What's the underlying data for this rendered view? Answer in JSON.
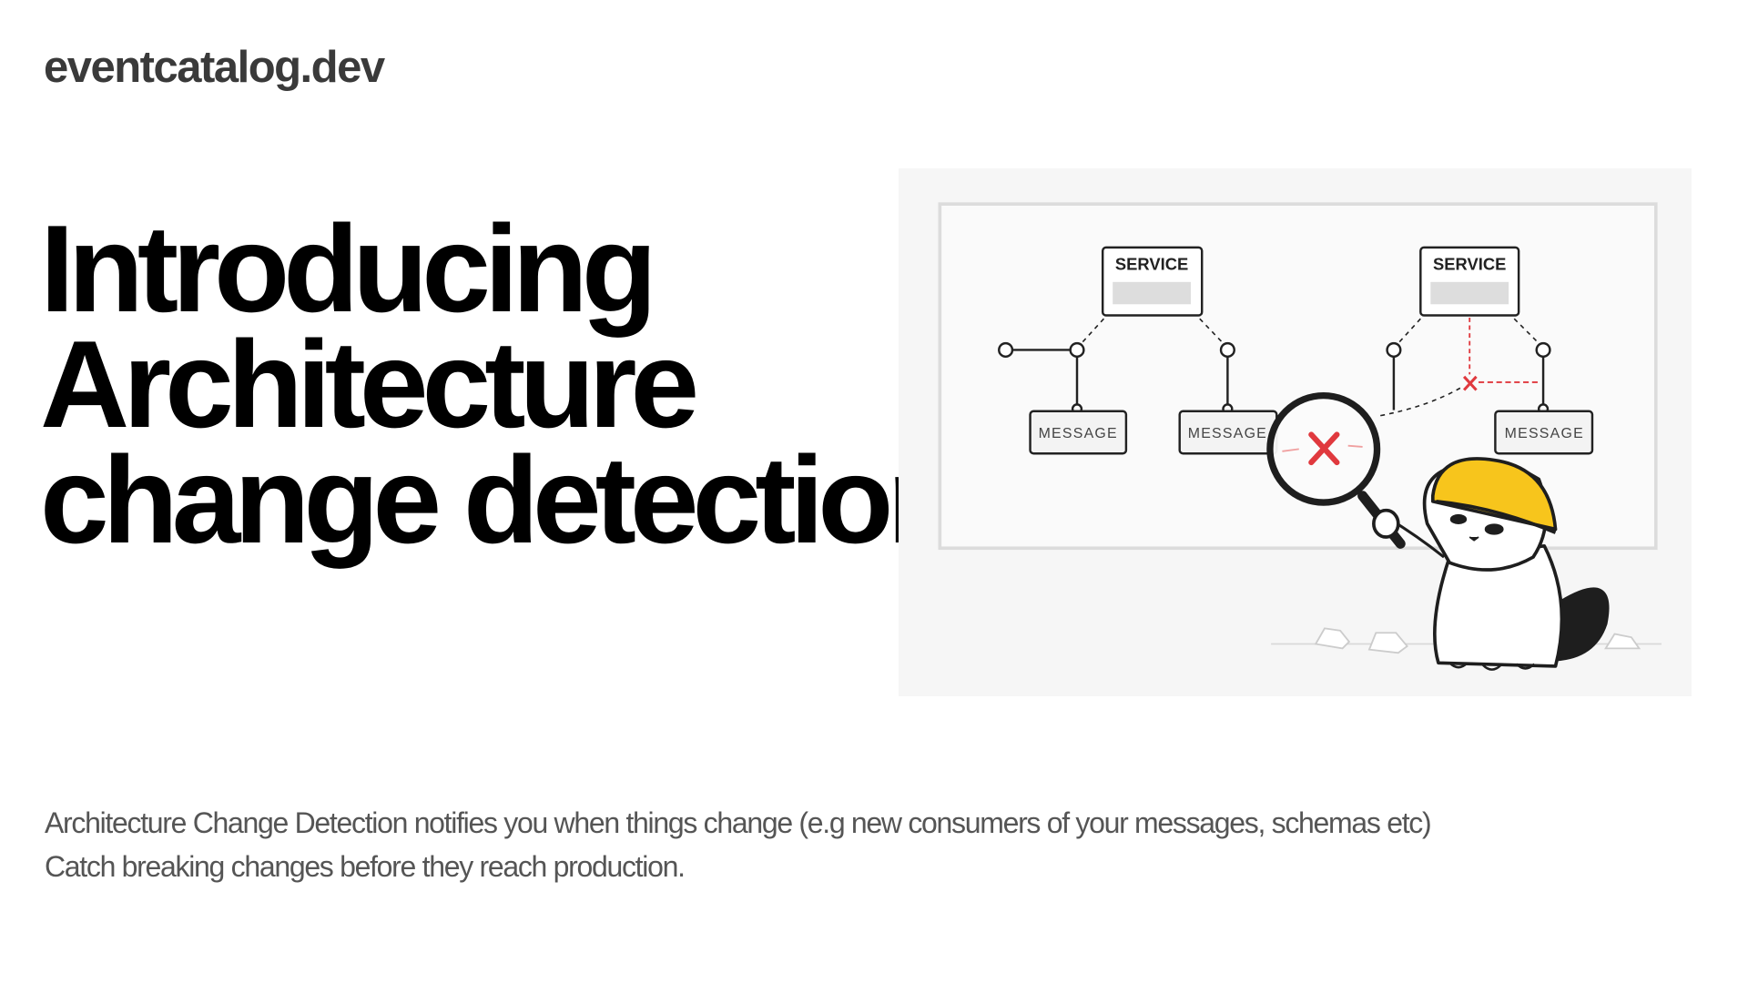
{
  "brand": {
    "logo_text": "eventcatalog.dev"
  },
  "hero": {
    "title_lines": [
      "Introducing",
      "Architecture",
      "change detection"
    ]
  },
  "description": {
    "lines": [
      "Architecture Change Detection notifies you when things change (e.g new consumers of your messages, schemas etc)",
      "Catch breaking changes before they reach production."
    ]
  },
  "illustration": {
    "services": [
      "SERVICE",
      "SERVICE"
    ],
    "messages": [
      "MESSAGE",
      "MESSAGE",
      "MESSAGE"
    ],
    "colors": {
      "error": "#e0393e",
      "helmet": "#f7c51c",
      "ink": "#1e1e1e",
      "board": "#f7f7f7"
    }
  }
}
